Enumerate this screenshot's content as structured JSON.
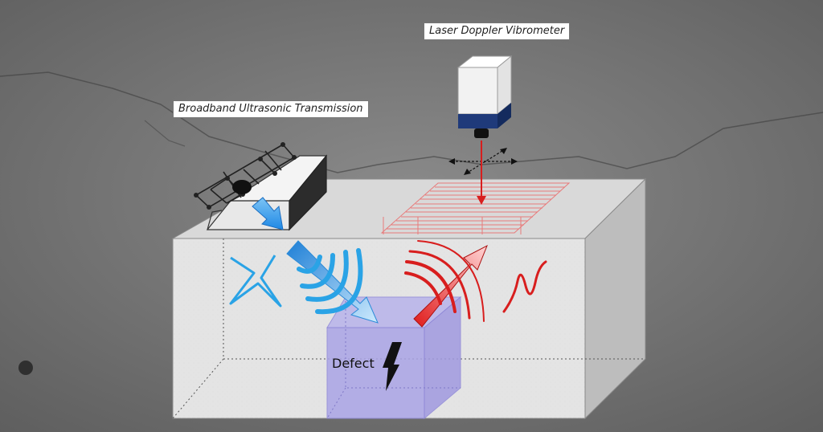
{
  "labels": {
    "laser": "Laser Doppler Vibrometer",
    "ultrasonic": "Broadband Ultrasonic Transmission",
    "defect": "Defect"
  },
  "colors": {
    "background": "#6f6f6f",
    "concrete_face": "#e4e4e4",
    "concrete_top": "#d9d9d9",
    "concrete_side": "#bdbdbd",
    "ultrasonic_wave": "#2aa3e6",
    "laser_beam": "#d81e1e",
    "scan_grid": "#f08080",
    "defect_cube": "#a9a3e6",
    "vibrometer_body": "#f2f2f2",
    "vibrometer_band": "#1f3a7a"
  },
  "icons": {
    "transducer": "ultrasonic-transducer-icon",
    "vibrometer": "laser-vibrometer-icon",
    "crack": "crack-icon"
  }
}
